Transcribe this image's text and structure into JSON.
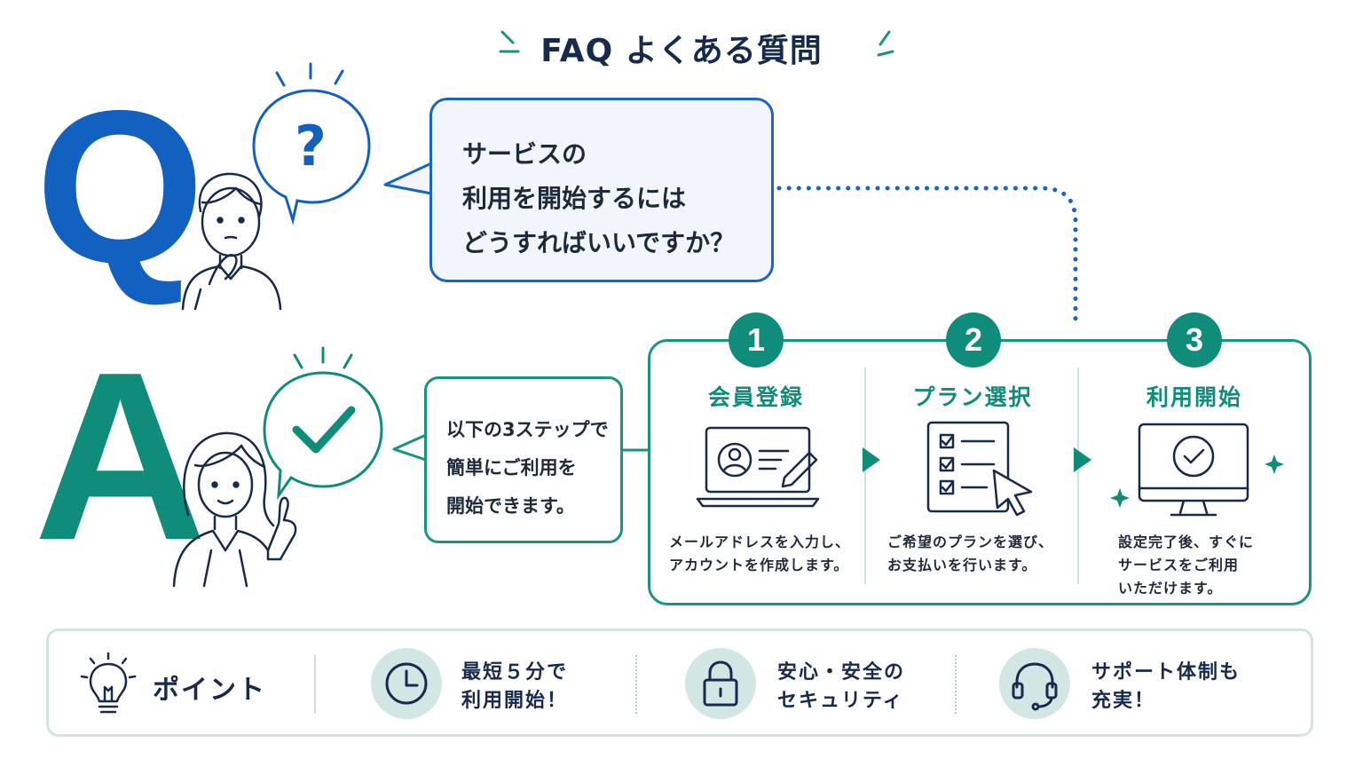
{
  "title": "FAQ よくある質問",
  "question": {
    "letter": "Q",
    "lines": [
      "サービスの",
      "利用を開始するには",
      "どうすればいいですか？"
    ]
  },
  "answer": {
    "letter": "A",
    "lines": [
      "以下の3ステップで",
      "簡単にご利用を",
      "開始できます。"
    ]
  },
  "steps": [
    {
      "number": "1",
      "title": "会員登録",
      "desc": [
        "メールアドレスを入力し、",
        "アカウントを作成します。"
      ],
      "icon": "laptop-profile-icon"
    },
    {
      "number": "2",
      "title": "プラン選択",
      "desc": [
        "ご希望のプランを選び、",
        "お支払いを行います。"
      ],
      "icon": "checklist-cursor-icon"
    },
    {
      "number": "3",
      "title": "利用開始",
      "desc": [
        "設定完了後、すぐに",
        "サービスをご利用",
        "いただけます。"
      ],
      "icon": "monitor-check-icon"
    }
  ],
  "points": {
    "label": "ポイント",
    "items": [
      {
        "icon": "clock-icon",
        "lines": [
          "最短５分で",
          "利用開始！"
        ]
      },
      {
        "icon": "lock-icon",
        "lines": [
          "安心・安全の",
          "セキュリティ"
        ]
      },
      {
        "icon": "headset-icon",
        "lines": [
          "サポート体制も",
          "充実！"
        ]
      }
    ]
  },
  "colors": {
    "question_blue": "#1260bf",
    "answer_teal": "#0f8c7a",
    "title_navy": "#162a4e"
  }
}
